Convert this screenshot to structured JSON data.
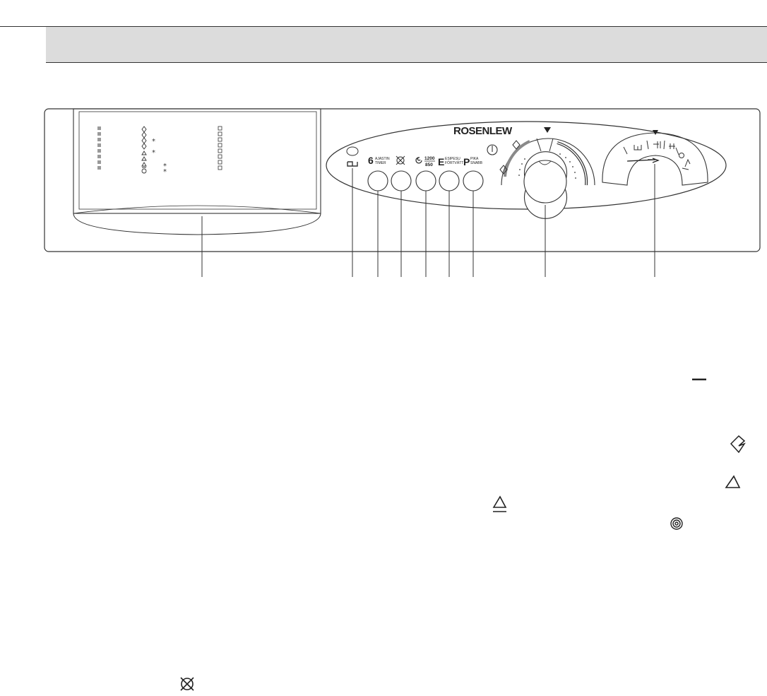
{
  "panel": {
    "brand": "ROSENLEW",
    "buttons": {
      "timer": {
        "digit": "6",
        "line1": "AJASTIN",
        "line2": "TIMER"
      },
      "spin": {
        "top": "1200",
        "bottom": "850"
      },
      "prewash": {
        "letter": "E",
        "line1": "ESIPESU",
        "line2": "FÖRTVÄTT"
      },
      "quick": {
        "letter": "P",
        "line1": "PIKA",
        "line2": "SNABB"
      }
    }
  },
  "icons": {
    "power": "power-icon",
    "door": "door-icon",
    "no_spin": "no-spin-icon",
    "spin": "spin-icon",
    "cotton": "cotton-icon",
    "synthetic": "synthetic-icon",
    "delicate": "delicate-icon",
    "wool": "wool-icon",
    "rinse_hold": "rinse-hold-icon"
  },
  "colors": {
    "panel_stroke": "#333333",
    "header_fill": "#dcdcdc",
    "led_gray": "#9a9a9a",
    "dial_arc_gray": "#8a8a8a"
  }
}
